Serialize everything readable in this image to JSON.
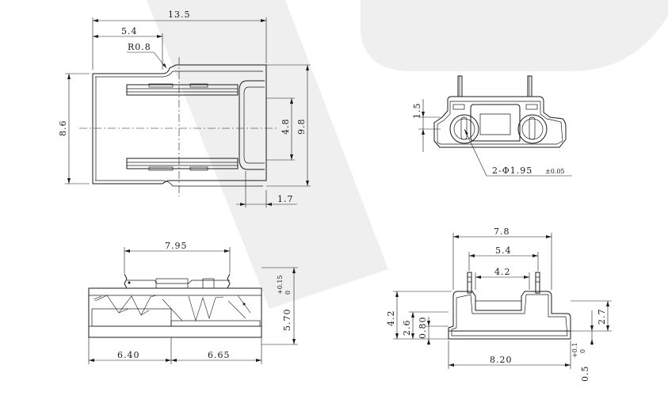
{
  "watermark": {
    "color": "#eeeeee"
  },
  "top_left_view": {
    "dims": {
      "overall_length": "13.5",
      "offset": "5.4",
      "radius": "R0.8",
      "height": "8.6",
      "inner_height": "4.8",
      "outer_height": "9.8",
      "lip": "1.7"
    }
  },
  "top_right_view": {
    "dims": {
      "hole_offset": "1.5",
      "hole_callout": "2-Φ1.95",
      "hole_tol": "±0.05"
    }
  },
  "bottom_left_view": {
    "dims": {
      "width": "7.95",
      "height": "5.70",
      "height_tol_upper": "+0.15",
      "height_tol_lower": "0",
      "left_len": "6.40",
      "right_len": "6.65"
    }
  },
  "bottom_right_view": {
    "dims": {
      "outer_width": "7.8",
      "mid_width": "5.4",
      "inner_width": "4.2",
      "base_width": "8.20",
      "height": "4.2",
      "step": "2.6",
      "lip": "0.80",
      "right_height": "2.7",
      "base_thk": "0.5",
      "base_tol_upper": "+0.1",
      "base_tol_lower": "0"
    }
  }
}
